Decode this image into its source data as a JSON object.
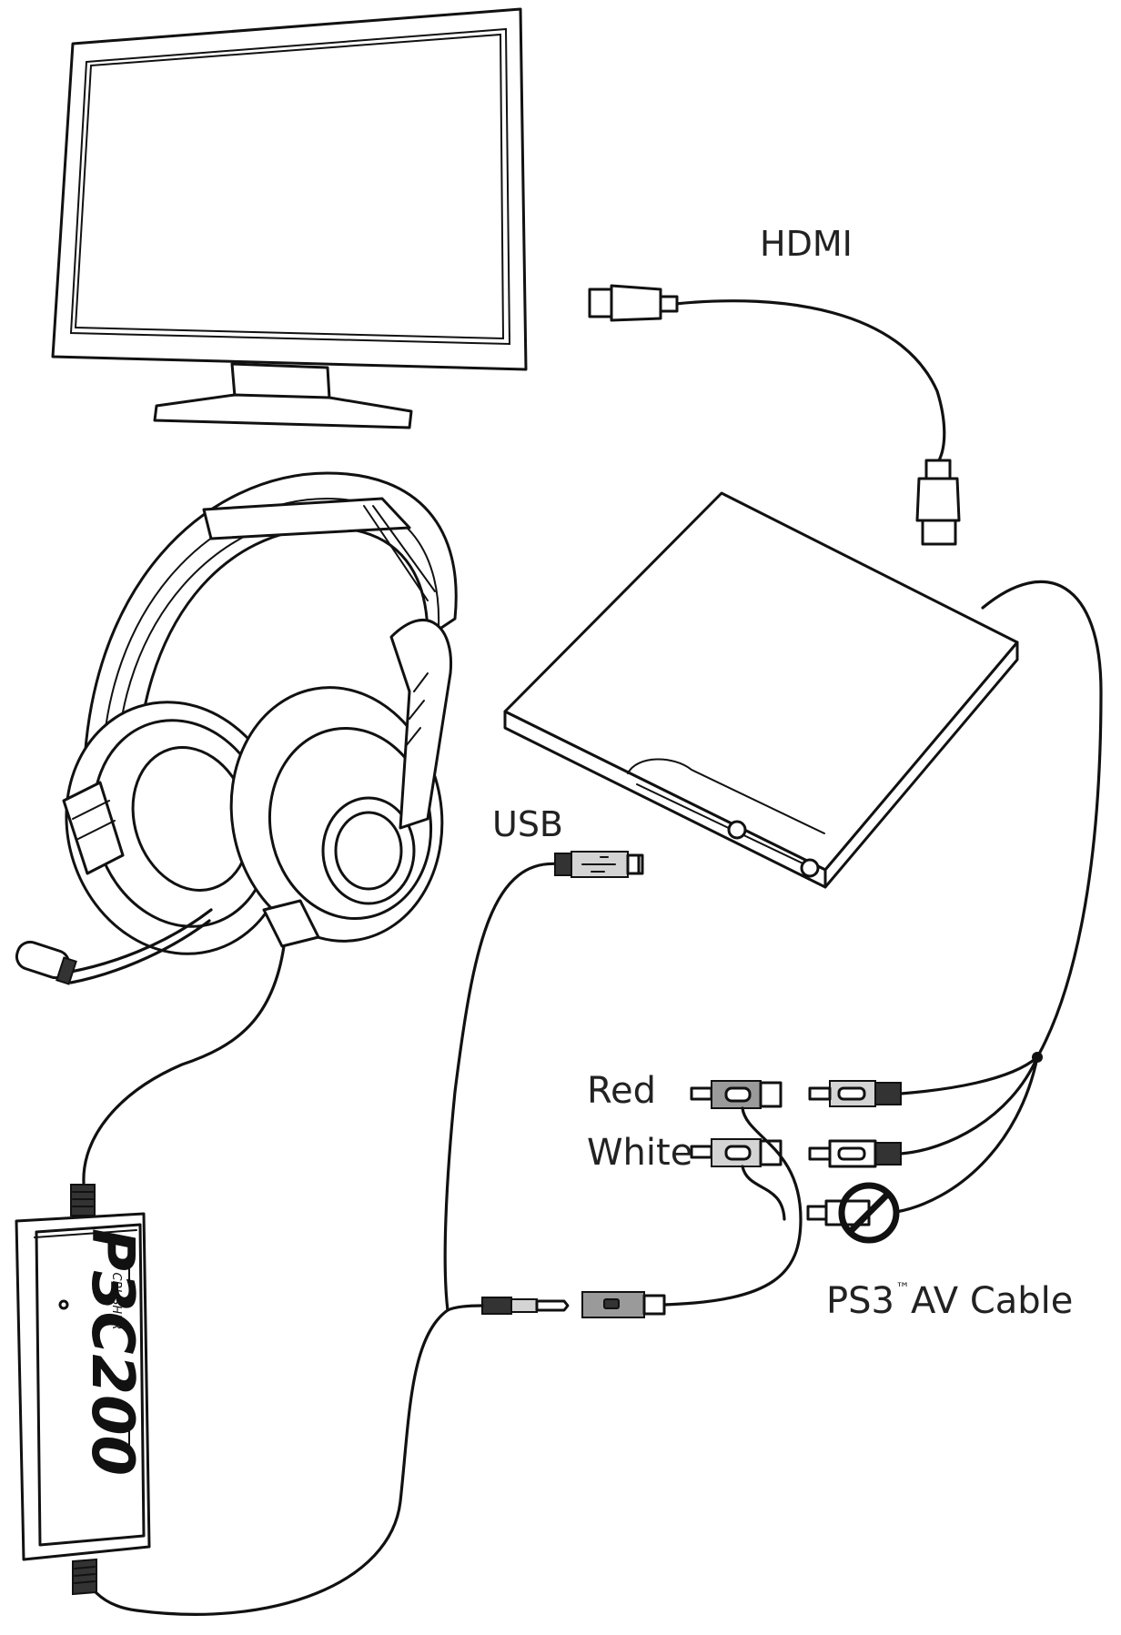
{
  "labels": {
    "hdmi": "HDMI",
    "usb": "USB",
    "red": "Red",
    "white": "White",
    "av_cable": "PS3",
    "av_cable_tm": "™",
    "av_cable_suffix": "AV Cable"
  },
  "product": {
    "brand": "P3C200",
    "brand_sub": "CRUSHER"
  }
}
